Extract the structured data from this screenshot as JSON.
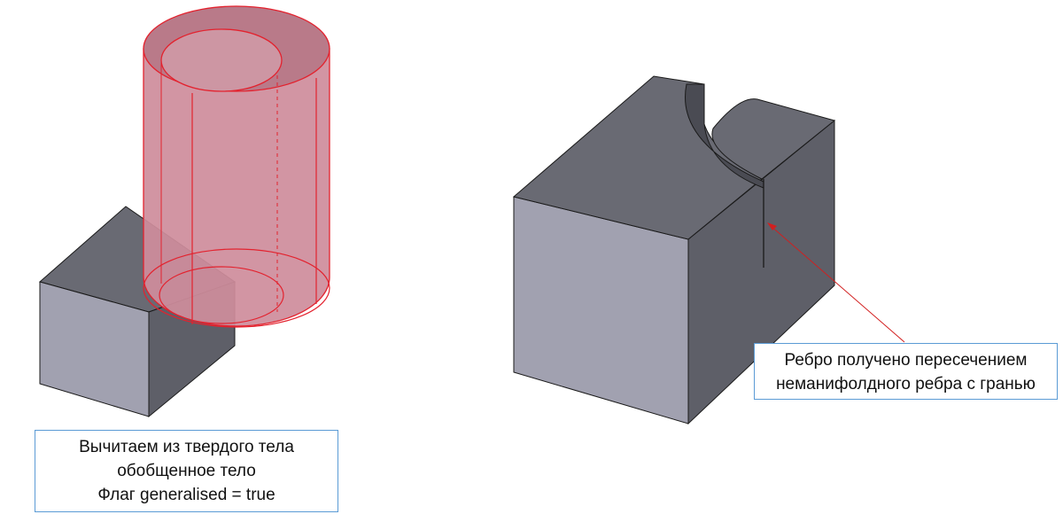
{
  "colors": {
    "solid_top": "#696a73",
    "solid_front": "#a1a1b0",
    "solid_side": "#5e5f68",
    "edge": "#1a1a1a",
    "generalised_fill": "#cf8d9c",
    "generalised_edge": "#e3222e",
    "callout_border": "#5b9bd5",
    "leader_line": "#d21f1f"
  },
  "left_callout": {
    "line1": "Вычитаем из твердого тела",
    "line2": "обобщенное тело",
    "line3": "Флаг generalised = true"
  },
  "right_callout": {
    "line1": "Ребро получено пересечением",
    "line2": "неманифолдного ребра с гранью"
  }
}
